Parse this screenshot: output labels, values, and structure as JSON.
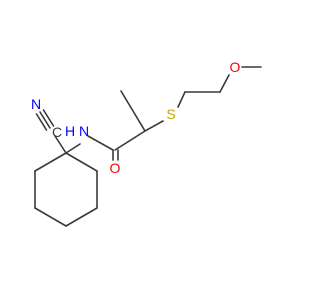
{
  "molecule": {
    "atoms": {
      "nitrile_n": {
        "text": "N",
        "color": "#0000ff"
      },
      "nitrile_c": {
        "text": "C",
        "color": "#3a3a3a"
      },
      "amide_n": {
        "text": "N",
        "color": "#0000ff"
      },
      "amide_h": {
        "text": "H",
        "color": "#0000ff"
      },
      "carbonyl_o": {
        "text": "O",
        "color": "#ff0000"
      },
      "sulfur": {
        "text": "S",
        "color": "#c8a800"
      },
      "ether_o": {
        "text": "O",
        "color": "#ff0000"
      }
    },
    "bond_color": "#3a3a3a"
  }
}
